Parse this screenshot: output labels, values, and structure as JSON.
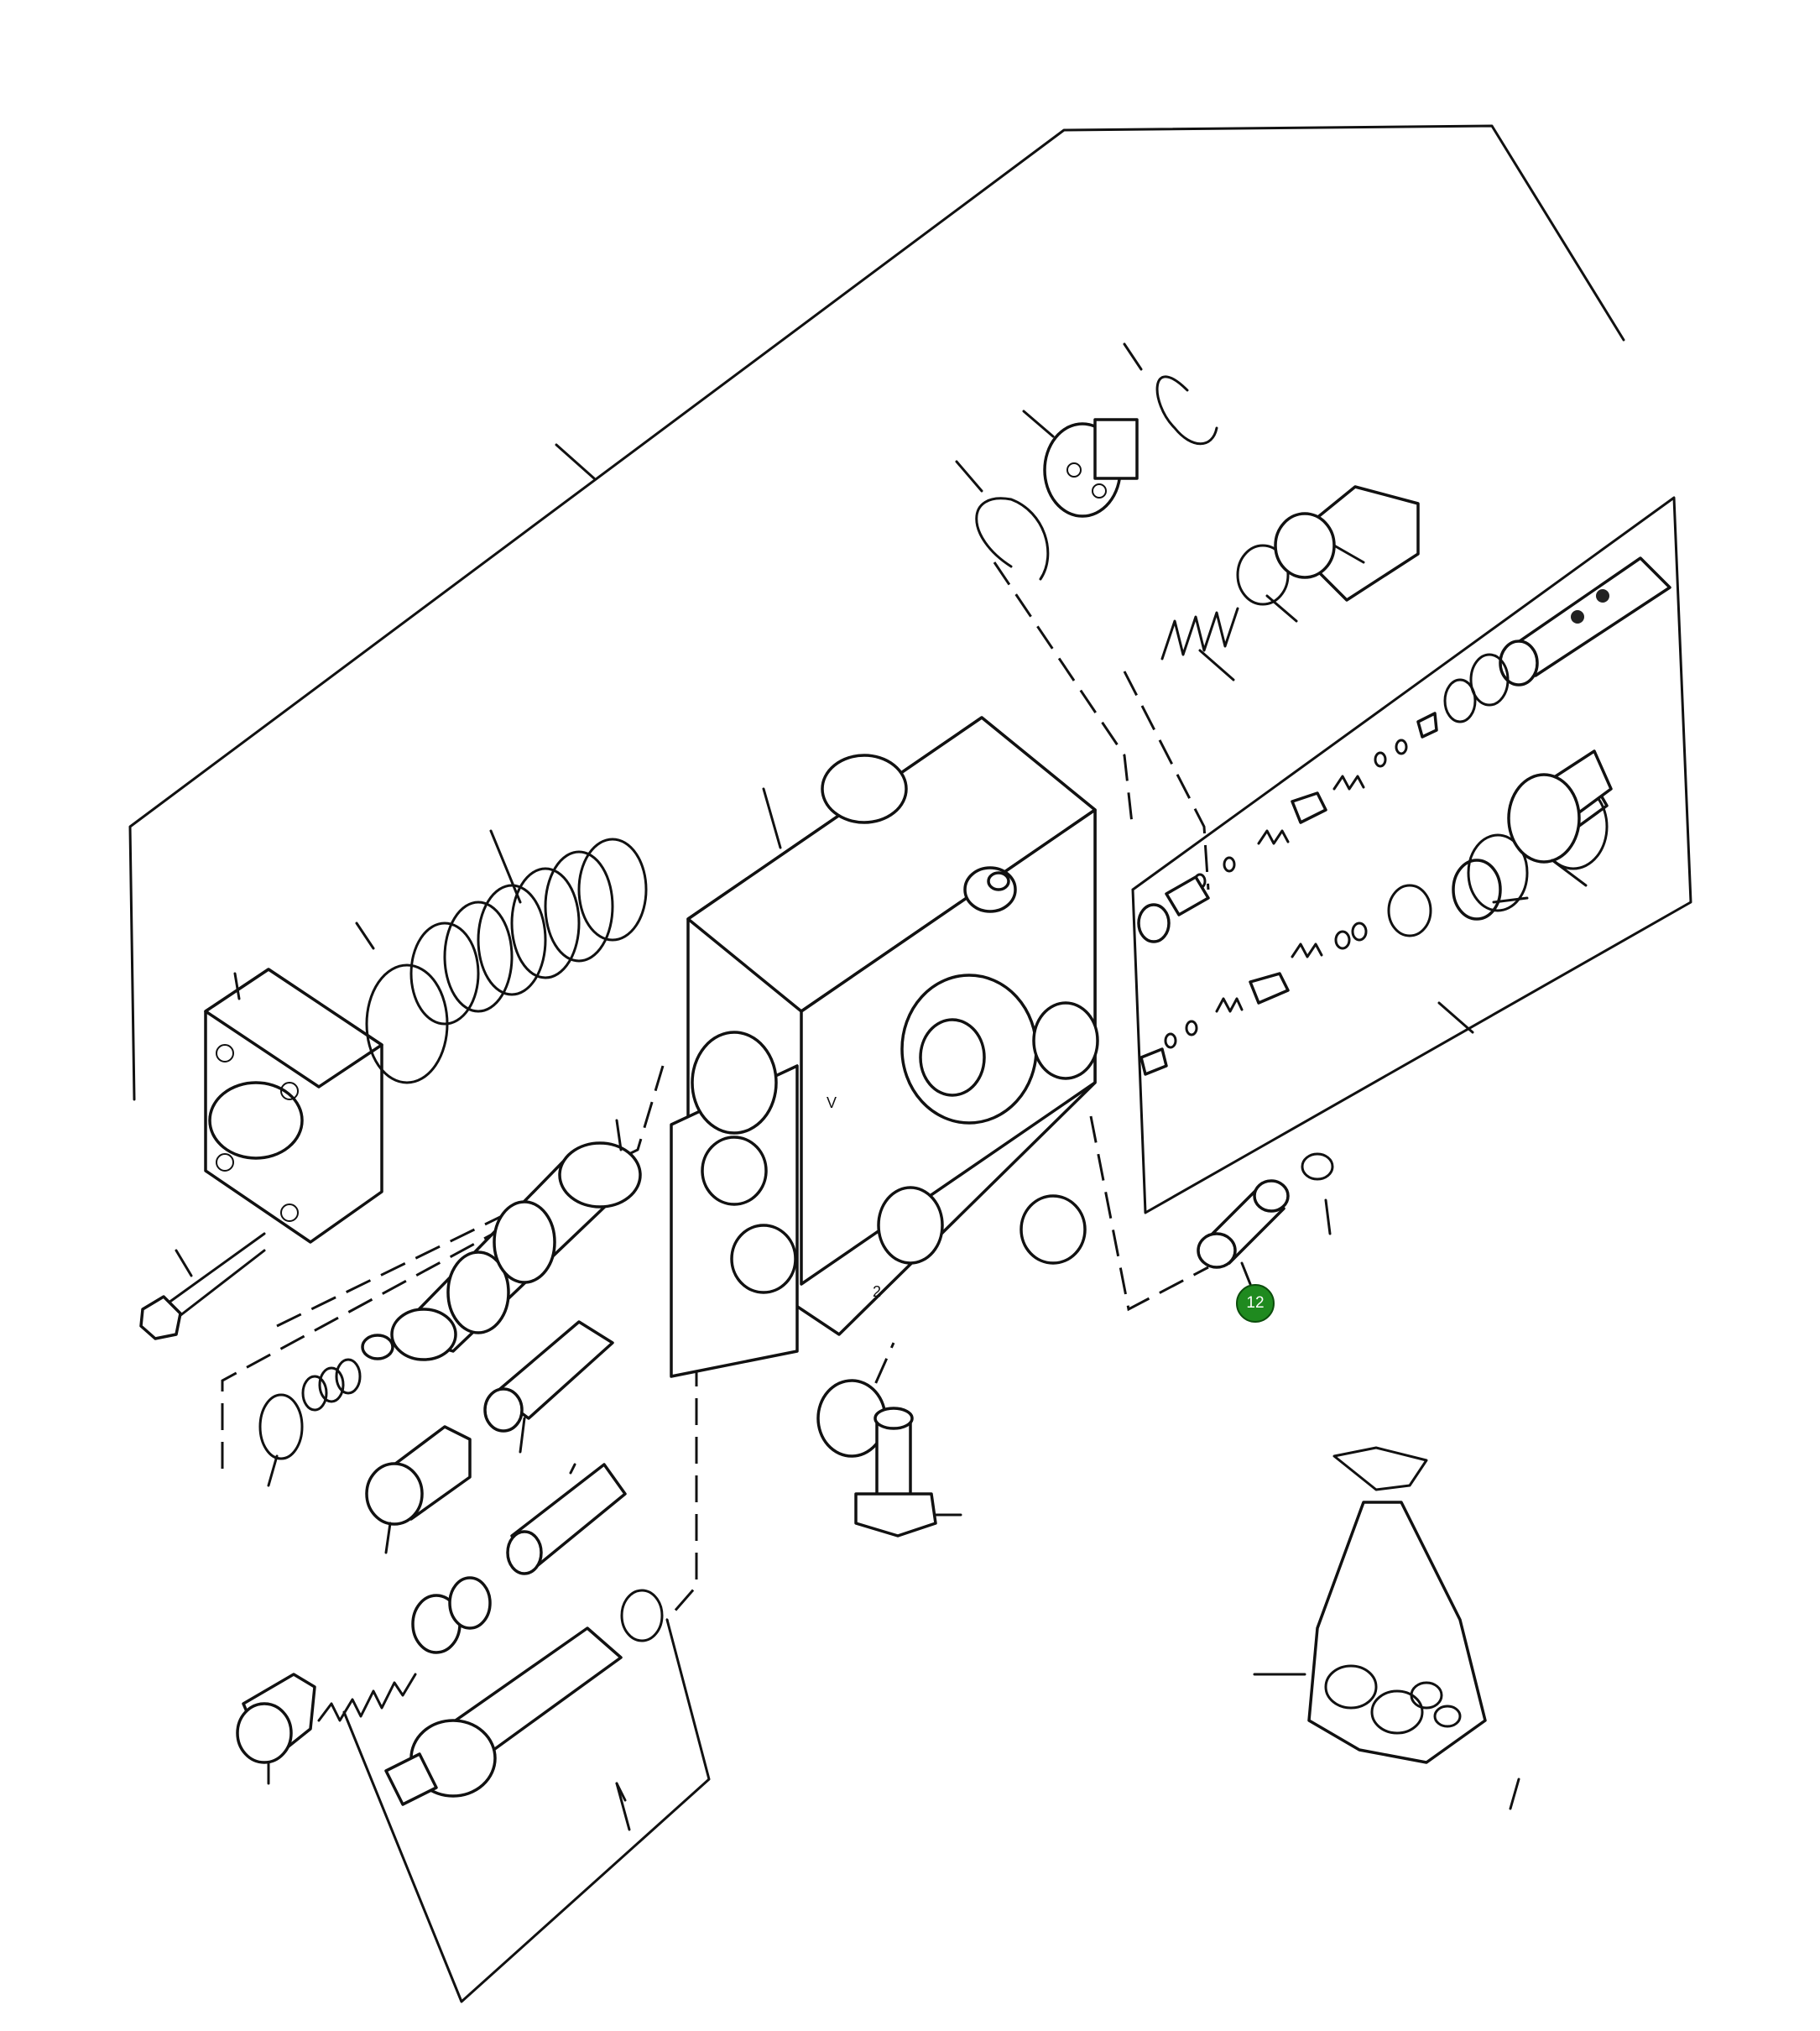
{
  "diagram": {
    "hotspot_color": "#1f8a1f",
    "callouts": [
      {
        "label": "12"
      }
    ],
    "casting_marks": [
      {
        "text": "2"
      },
      {
        "text": "V"
      }
    ]
  }
}
